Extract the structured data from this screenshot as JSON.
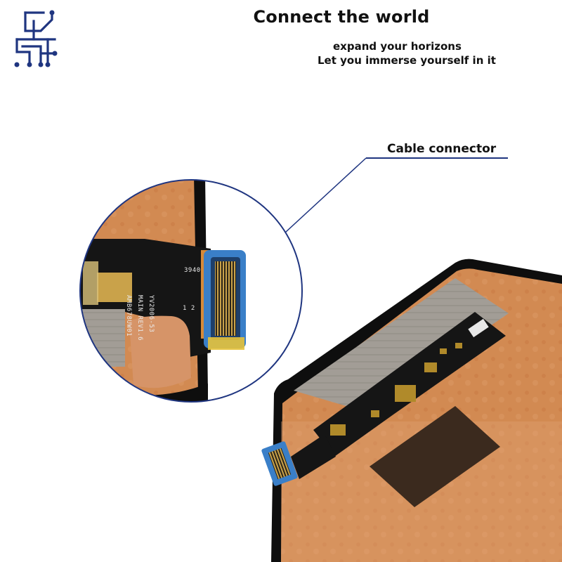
{
  "brand": {
    "logo_icon": "circuit-letters-logo-icon",
    "logo_color": "#1f3580"
  },
  "header": {
    "headline": "Connect the world",
    "subline_1": "expand your horizons",
    "subline_2": "Let you immerse yourself in it"
  },
  "callout": {
    "label": "Cable connector",
    "line_color": "#1f3580"
  },
  "flex_cable_print": {
    "line_1": "AMB678UW01",
    "line_2": "MAIN REV1.6",
    "line_3": "YV2006-53",
    "pin_mark": "3940",
    "pin_mark_2": "1 2"
  },
  "colors": {
    "copper": "#d28a52",
    "flex_black": "#151515",
    "shield_grey": "#9a9690",
    "connector_blue": "#3a7fc8",
    "connector_gold": "#b08a2a"
  }
}
